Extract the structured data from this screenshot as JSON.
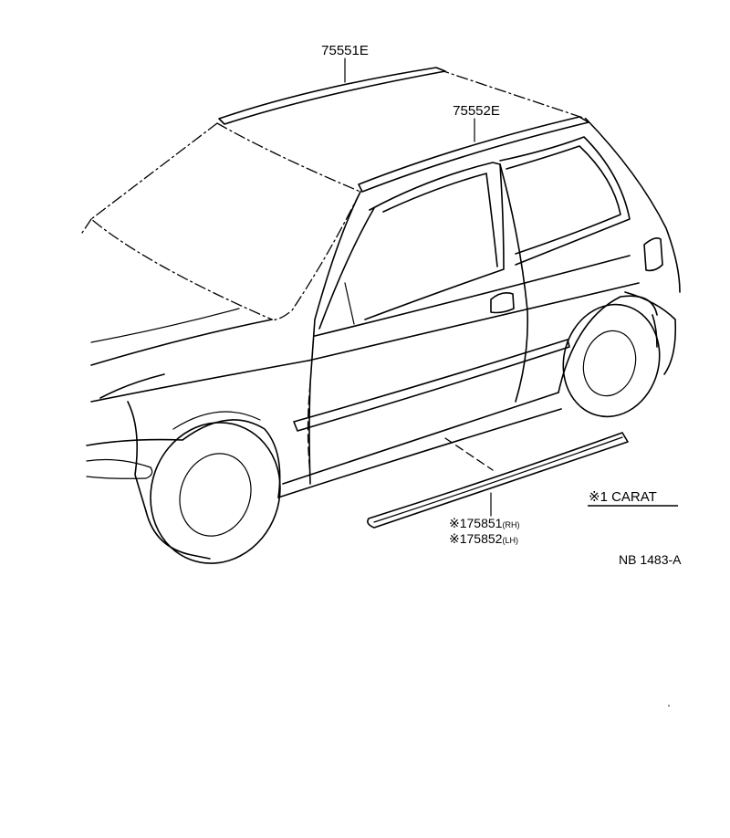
{
  "parts": {
    "roof_molding_front": "75551E",
    "roof_molding_rear": "75552E",
    "side_molding_rh_code": "※175851",
    "side_molding_rh_side": "(RH)",
    "side_molding_lh_code": "※175852",
    "side_molding_lh_side": "(LH)"
  },
  "note": {
    "text": "※1  CARAT"
  },
  "figure_code": "NB 1483-A"
}
